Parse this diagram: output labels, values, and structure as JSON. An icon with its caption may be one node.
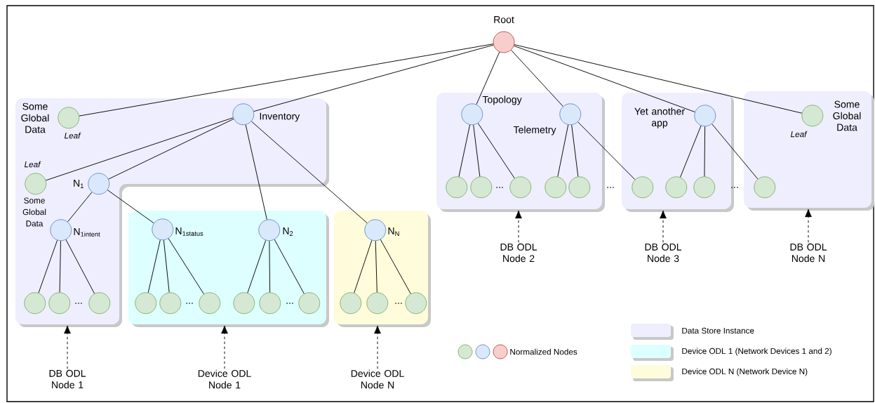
{
  "diagram": {
    "nodes": [
      {
        "text": [],
        "shape": "box"
      },
      {
        "text": [],
        "shape": "box"
      },
      {
        "text": [],
        "shape": "box"
      },
      {
        "text": [],
        "shape": "box"
      },
      {
        "text": [],
        "shape": "box"
      },
      {
        "text": [],
        "shape": "box"
      },
      {
        "text": [],
        "shape": "circle",
        "beside": [
          "Root"
        ]
      },
      {
        "text": [],
        "shape": "circle",
        "in": 0,
        "beside": [
          "Some Global Data",
          "Leaf"
        ]
      },
      {
        "text": [],
        "shape": "circle",
        "in": 0,
        "beside": [
          "Inventory"
        ]
      },
      {
        "text": [],
        "shape": "circle",
        "in": 0,
        "beside": [
          "Leaf",
          "Some Global Data"
        ]
      },
      {
        "text": [],
        "shape": "circle",
        "in": 0,
        "beside": [
          "N$_{1}$"
        ]
      },
      {
        "text": [],
        "shape": "circle",
        "in": 0,
        "beside": [
          "N$_{1intent}$"
        ]
      },
      {
        "text": [],
        "shape": "circle",
        "in": 0
      },
      {
        "text": [],
        "shape": "circle",
        "in": 0
      },
      {
        "text": [],
        "shape": "circle",
        "in": 0
      },
      {
        "text": [],
        "shape": "circle",
        "in": 1,
        "beside": [
          "N$_{1status}$"
        ]
      },
      {
        "text": [],
        "shape": "circle",
        "in": 1
      },
      {
        "text": [],
        "shape": "circle",
        "in": 1
      },
      {
        "text": [],
        "shape": "circle",
        "in": 1
      },
      {
        "text": [],
        "shape": "circle",
        "in": 1,
        "beside": [
          "N$_{2}$"
        ]
      },
      {
        "text": [],
        "shape": "circle",
        "in": 1
      },
      {
        "text": [],
        "shape": "circle",
        "in": 1
      },
      {
        "text": [],
        "shape": "circle",
        "in": 1
      },
      {
        "text": [],
        "shape": "circle",
        "in": 2,
        "beside": [
          "N$_{N}$"
        ]
      },
      {
        "text": [],
        "shape": "circle",
        "in": 2
      },
      {
        "text": [],
        "shape": "circle",
        "in": 2
      },
      {
        "text": [],
        "shape": "circle",
        "in": 2
      },
      {
        "text": [],
        "shape": "circle",
        "in": 3,
        "beside": [
          "Topology"
        ]
      },
      {
        "text": [],
        "shape": "circle",
        "in": 3,
        "beside": [
          "Telemetry"
        ]
      },
      {
        "text": [],
        "shape": "circle",
        "in": 3
      },
      {
        "text": [],
        "shape": "circle",
        "in": 3
      },
      {
        "text": [],
        "shape": "circle",
        "in": 3
      },
      {
        "text": [],
        "shape": "circle",
        "in": 3
      },
      {
        "text": [],
        "shape": "circle",
        "in": 3
      },
      {
        "text": [],
        "shape": "circle",
        "in": 4
      },
      {
        "text": [],
        "shape": "circle",
        "in": 4,
        "beside": [
          "Yet another app"
        ]
      },
      {
        "text": [],
        "shape": "circle",
        "in": 4
      },
      {
        "text": [],
        "shape": "circle",
        "in": 4
      },
      {
        "text": [],
        "shape": "circle",
        "in": 5
      },
      {
        "text": [],
        "shape": "circle",
        "in": 5,
        "beside": [
          "Some Global Data",
          "Leaf"
        ]
      },
      {
        "text": [
          "DB ODL Node 1"
        ]
      },
      {
        "text": [
          "Device ODL Node 1"
        ]
      },
      {
        "text": [
          "Device ODL Node N"
        ]
      },
      {
        "text": [
          "DB ODL Node 2"
        ]
      },
      {
        "text": [
          "DB ODL Node 3"
        ]
      },
      {
        "text": [
          "DB ODL Node N"
        ]
      }
    ],
    "edges": [
      {
        "from": 6,
        "to": 7,
        "arrow": "none"
      },
      {
        "from": 6,
        "to": 8,
        "arrow": "none"
      },
      {
        "from": 6,
        "to": 27,
        "arrow": "none"
      },
      {
        "from": 6,
        "to": 28,
        "arrow": "none"
      },
      {
        "from": 6,
        "to": 35,
        "arrow": "none"
      },
      {
        "from": 6,
        "to": 39,
        "arrow": "none"
      },
      {
        "from": 8,
        "to": 9,
        "arrow": "none"
      },
      {
        "from": 8,
        "to": 10,
        "arrow": "none"
      },
      {
        "from": 8,
        "to": 19,
        "arrow": "none"
      },
      {
        "from": 8,
        "to": 23,
        "arrow": "none"
      },
      {
        "from": 10,
        "to": 11,
        "arrow": "none"
      },
      {
        "from": 10,
        "to": 15,
        "arrow": "none"
      },
      {
        "from": 11,
        "to": 12,
        "arrow": "none"
      },
      {
        "from": 11,
        "to": 13,
        "arrow": "none"
      },
      {
        "from": 11,
        "to": 14,
        "arrow": "none"
      },
      {
        "from": 15,
        "to": 16,
        "arrow": "none"
      },
      {
        "from": 15,
        "to": 17,
        "arrow": "none"
      },
      {
        "from": 15,
        "to": 18,
        "arrow": "none"
      },
      {
        "from": 19,
        "to": 20,
        "arrow": "none"
      },
      {
        "from": 19,
        "to": 21,
        "arrow": "none"
      },
      {
        "from": 19,
        "to": 22,
        "arrow": "none"
      },
      {
        "from": 23,
        "to": 24,
        "arrow": "none"
      },
      {
        "from": 23,
        "to": 25,
        "arrow": "none"
      },
      {
        "from": 23,
        "to": 26,
        "arrow": "none"
      },
      {
        "from": 27,
        "to": 29,
        "arrow": "none"
      },
      {
        "from": 27,
        "to": 30,
        "arrow": "none"
      },
      {
        "from": 27,
        "to": 31,
        "arrow": "none"
      },
      {
        "from": 28,
        "to": 32,
        "arrow": "none"
      },
      {
        "from": 28,
        "to": 33,
        "arrow": "none"
      },
      {
        "from": 28,
        "to": 34,
        "arrow": "none"
      },
      {
        "from": 35,
        "to": 36,
        "arrow": "none"
      },
      {
        "from": 35,
        "to": 37,
        "arrow": "none"
      },
      {
        "from": 35,
        "to": 38,
        "arrow": "none"
      },
      {
        "from": 40,
        "to": 0,
        "arrow": "to",
        "style": "dashed"
      },
      {
        "from": 41,
        "to": 1,
        "arrow": "to",
        "style": "dashed"
      },
      {
        "from": 42,
        "to": 2,
        "arrow": "to",
        "style": "dashed"
      },
      {
        "from": 43,
        "to": 3,
        "arrow": "to",
        "style": "dashed"
      },
      {
        "from": 44,
        "to": 4,
        "arrow": "to",
        "style": "dashed"
      },
      {
        "from": 45,
        "to": 5,
        "arrow": "to",
        "style": "dashed"
      }
    ],
    "labels": [
      "...",
      "...",
      "...",
      "...",
      "...",
      "...",
      "..."
    ],
    "legend": [
      {
        "text": "Normalized Nodes"
      },
      {
        "text": "Data Store Instance",
        "color": "#eeeeff"
      },
      {
        "text": "Device ODL 1 (Network Devices 1 and 2)",
        "color": "#ddffff"
      },
      {
        "text": "Device ODL N (Network Device N)",
        "color": "#fffcdc"
      }
    ]
  }
}
